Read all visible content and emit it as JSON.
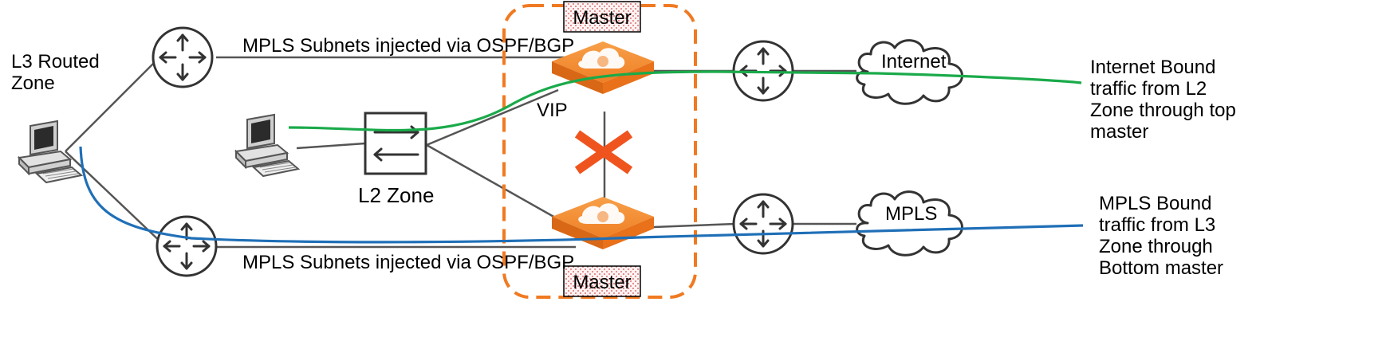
{
  "labels": {
    "l3_zone_line1": "L3 Routed",
    "l3_zone_line2": "Zone",
    "l2_zone": "L2 Zone",
    "top_subnets": "MPLS Subnets injected via OSPF/BGP",
    "bottom_subnets": "MPLS Subnets injected via OSPF/BGP",
    "vip": "VIP",
    "master_top": "Master",
    "master_bottom": "Master",
    "internet": "Internet",
    "mpls": "MPLS"
  },
  "notes": {
    "internet_traffic": [
      "Internet Bound",
      "traffic from L2",
      "Zone through top",
      "master"
    ],
    "mpls_traffic": [
      "MPLS Bound",
      "traffic from L3",
      "Zone through",
      "Bottom master"
    ]
  },
  "colors": {
    "internet_path": "#1aaa4a",
    "mpls_path": "#1f6fb7",
    "orange": "#f07a22",
    "failure_x": "#f0541e",
    "link": "#555555"
  },
  "icons": {
    "router": "router-icon",
    "switch": "switch-icon",
    "workstation": "workstation-icon",
    "controller": "controller-icon",
    "cloud": "cloud-icon"
  }
}
